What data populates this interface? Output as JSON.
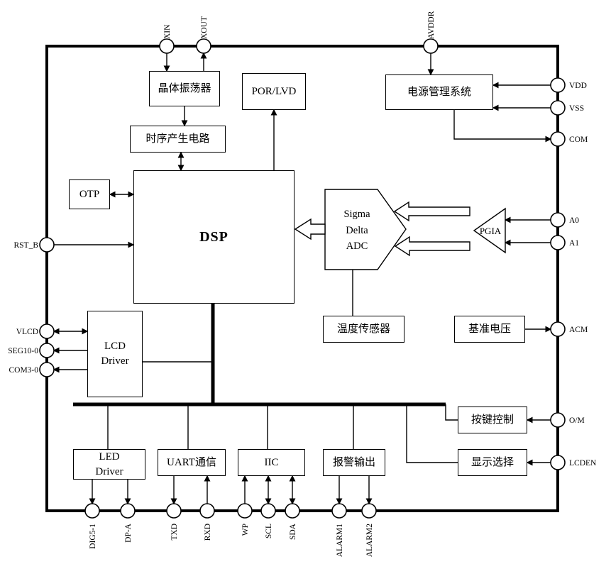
{
  "blocks": {
    "crystal_osc": "晶体振荡器",
    "timing_gen": "时序产生电路",
    "por_lvd": "POR/LVD",
    "power_mgmt": "电源管理系统",
    "otp": "OTP",
    "dsp": "DSP",
    "sigma_delta_adc": "Sigma\nDelta\nADC",
    "pgia": "PGIA",
    "temp_sensor": "温度传感器",
    "vref": "基准电压",
    "lcd_driver": "LCD\nDriver",
    "key_control": "按键控制",
    "display_select": "显示选择",
    "led_driver": "LED\nDriver",
    "uart": "UART通信",
    "iic": "IIC",
    "alarm_output": "报警输出"
  },
  "pins": {
    "xin": "XIN",
    "xout": "XOUT",
    "avddr": "AVDDR",
    "vdd": "VDD",
    "vss": "VSS",
    "com": "COM",
    "a0": "A0",
    "a1": "A1",
    "acm": "ACM",
    "om": "O/M",
    "lcden": "LCDEN",
    "rst_b": "RST_B",
    "vlcd": "VLCD",
    "seg10_0": "SEG10-0",
    "com3_0": "COM3-0",
    "dig5_1": "DIG5-1",
    "dp_a": "DP-A",
    "txd": "TXD",
    "rxd": "RXD",
    "wp": "WP",
    "scl": "SCL",
    "sda": "SDA",
    "alarm1": "ALARM1",
    "alarm2": "ALARM2"
  },
  "colors": {
    "line": "#000000",
    "background": "#ffffff"
  }
}
